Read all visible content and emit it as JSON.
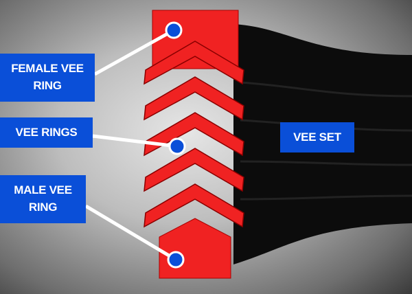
{
  "labels": {
    "female": "FEMALE VEE RING",
    "vee_rings": "VEE RINGS",
    "male": "MALE VEE RING",
    "vee_set": "VEE SET"
  },
  "colors": {
    "label_bg": "#0a4fd8",
    "ring_red": "#f02222",
    "set_black": "#0c0c0c"
  }
}
